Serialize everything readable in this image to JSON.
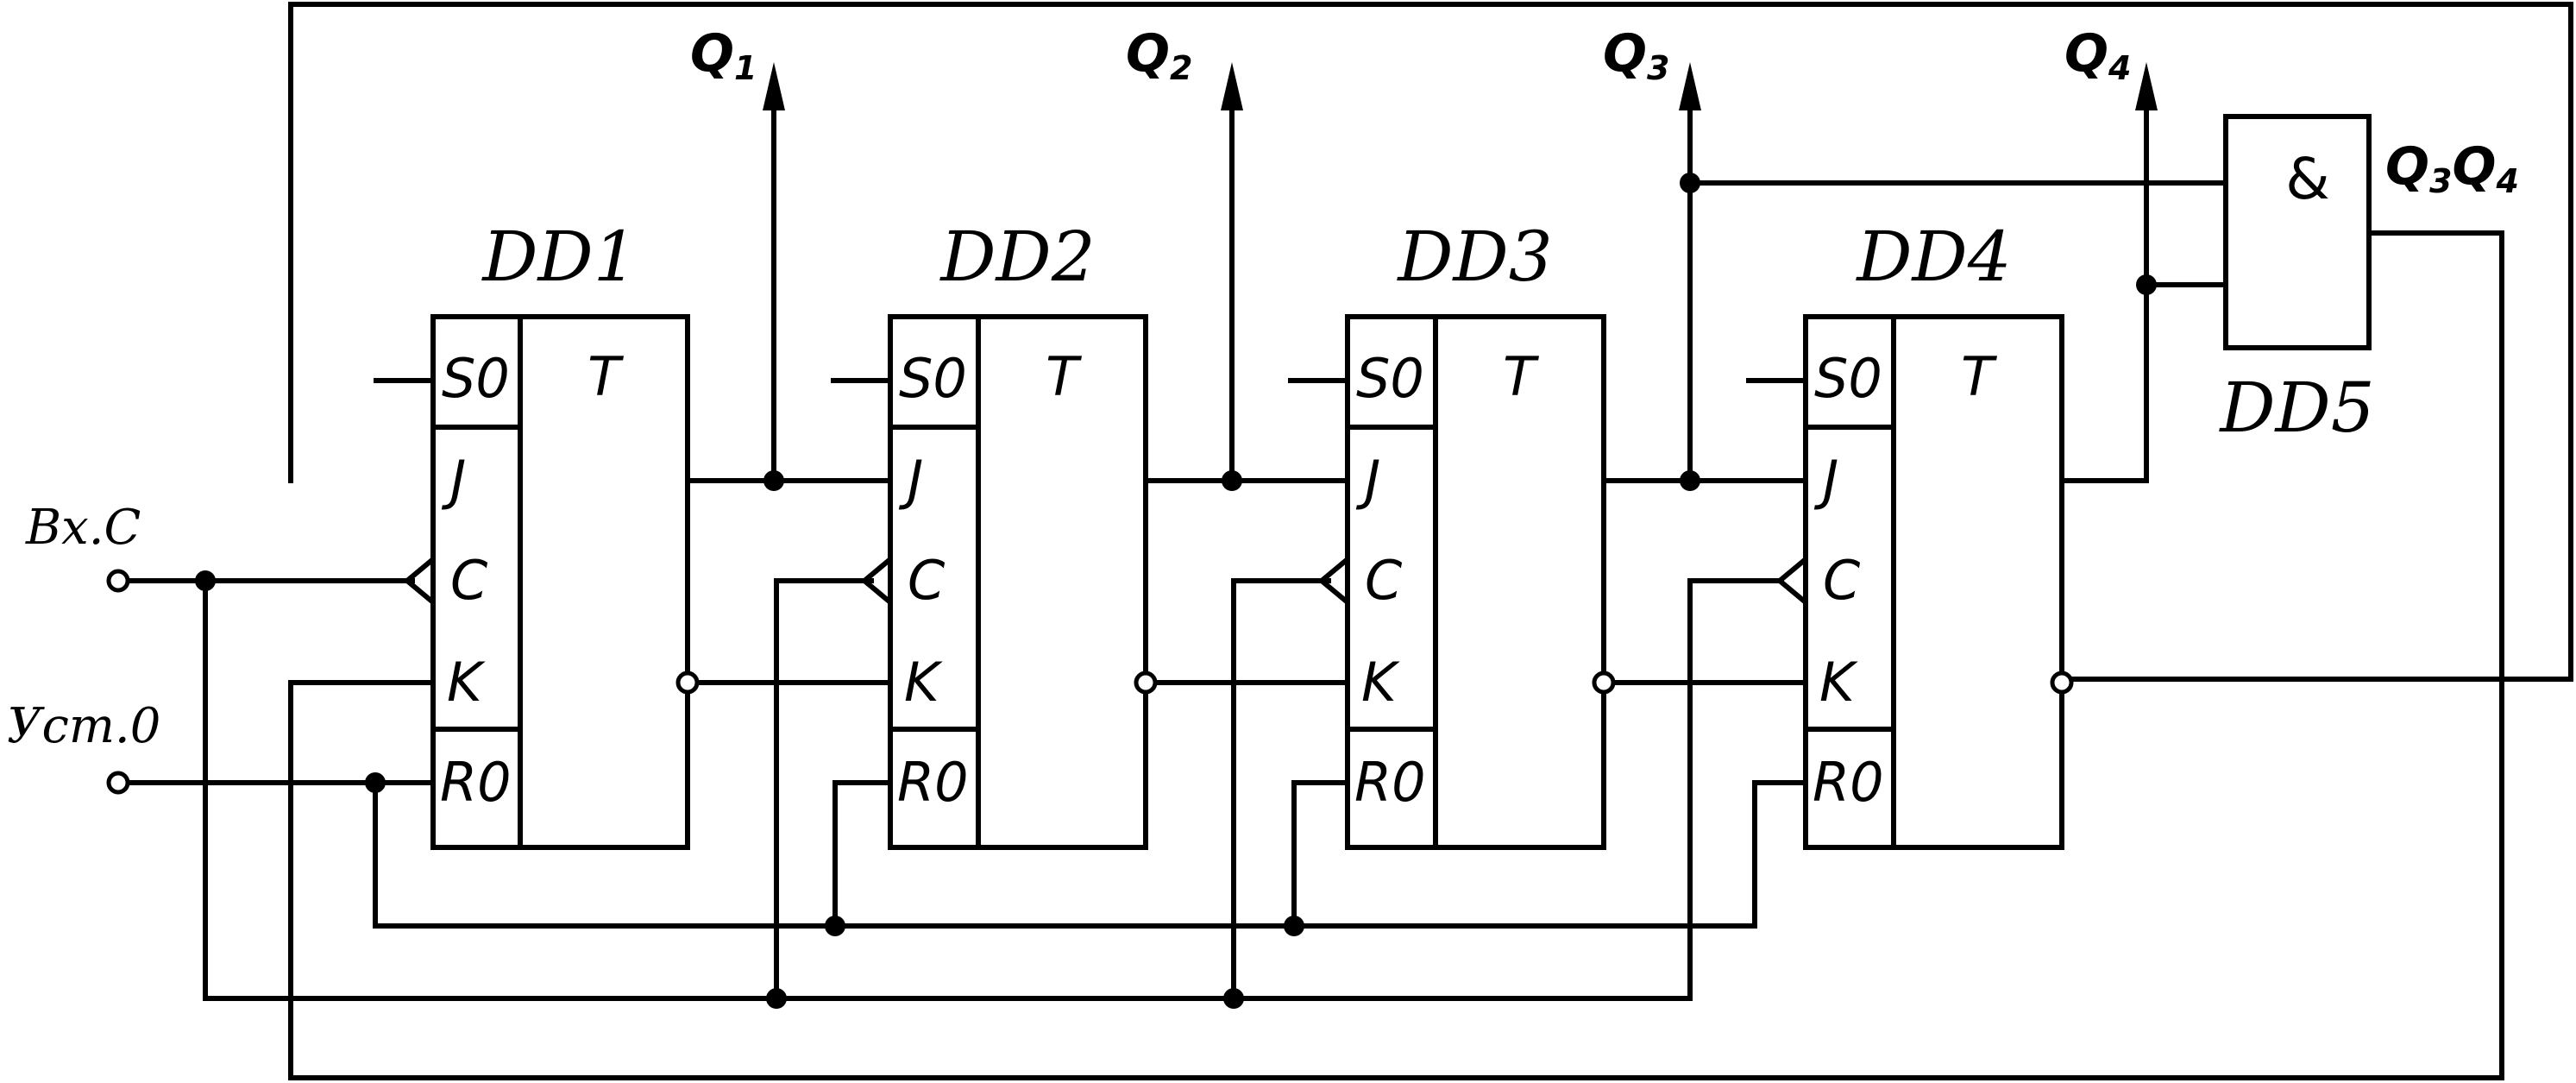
{
  "inputs": {
    "clock": "Вх.С",
    "reset": "Уст.0"
  },
  "flipflops": [
    {
      "name": "DD1",
      "type": "T",
      "pins": {
        "s": "S",
        "s_sub": "0",
        "j": "J",
        "c": "C",
        "k": "K",
        "r": "R",
        "r_sub": "0"
      }
    },
    {
      "name": "DD2",
      "type": "T",
      "pins": {
        "s": "S",
        "s_sub": "0",
        "j": "J",
        "c": "C",
        "k": "K",
        "r": "R",
        "r_sub": "0"
      }
    },
    {
      "name": "DD3",
      "type": "T",
      "pins": {
        "s": "S",
        "s_sub": "0",
        "j": "J",
        "c": "C",
        "k": "K",
        "r": "R",
        "r_sub": "0"
      }
    },
    {
      "name": "DD4",
      "type": "T",
      "pins": {
        "s": "S",
        "s_sub": "0",
        "j": "J",
        "c": "C",
        "k": "K",
        "r": "R",
        "r_sub": "0"
      }
    }
  ],
  "outputs": [
    {
      "label": "Q",
      "sub": "1"
    },
    {
      "label": "Q",
      "sub": "2"
    },
    {
      "label": "Q",
      "sub": "3"
    },
    {
      "label": "Q",
      "sub": "4"
    }
  ],
  "gate": {
    "name": "DD5",
    "symbol": "&",
    "out_q1": "Q",
    "out_s1": "3",
    "out_q2": "Q",
    "out_s2": "4"
  }
}
